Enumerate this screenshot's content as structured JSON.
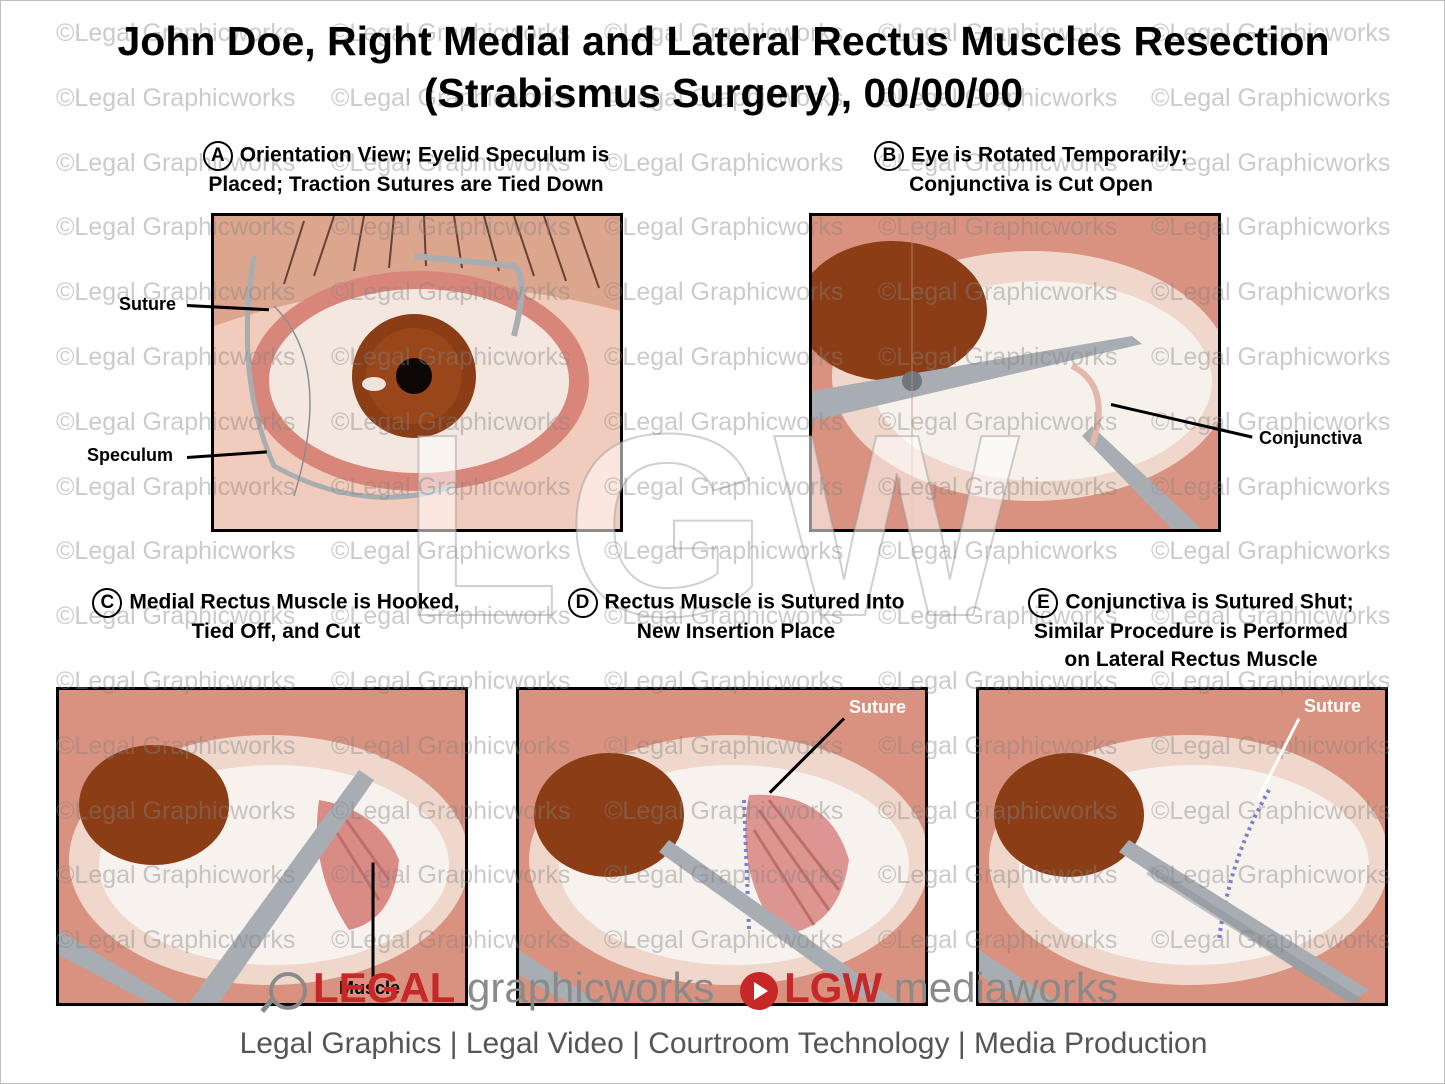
{
  "title": {
    "line1": "John Doe, Right Medial and Lateral Rectus Muscles Resection",
    "line2": "(Strabismus Surgery), 00/00/00"
  },
  "watermark": "©Legal Graphicworks",
  "brand_mark": "LGW",
  "panels": {
    "a": {
      "letter": "A",
      "line1": "Orientation View; Eyelid Speculum is",
      "line2": "Placed; Traction Sutures are Tied Down",
      "labels": {
        "suture": "Suture",
        "speculum": "Speculum"
      }
    },
    "b": {
      "letter": "B",
      "line1": "Eye is Rotated Temporarily;",
      "line2": "Conjunctiva is Cut Open",
      "labels": {
        "conjunctiva": "Conjunctiva"
      }
    },
    "c": {
      "letter": "C",
      "line1": "Medial Rectus Muscle is Hooked,",
      "line2": "Tied Off, and Cut",
      "labels": {
        "muscle": "Muscle"
      }
    },
    "d": {
      "letter": "D",
      "line1": "Rectus Muscle is Sutured Into",
      "line2": "New Insertion Place",
      "labels": {
        "suture": "Suture"
      }
    },
    "e": {
      "letter": "E",
      "line1": "Conjunctiva is Sutured Shut;",
      "line2": "Similar Procedure is Performed",
      "line3": "on Lateral Rectus Muscle",
      "labels": {
        "suture": "Suture"
      }
    }
  },
  "footer": {
    "logo_legal": "LEGAL",
    "logo_graphicworks": "graphicworks",
    "logo_lgw": "LGW",
    "logo_mediaworks": "mediaworks",
    "tagline": "Legal Graphics | Legal Video | Courtroom Technology | Media Production"
  },
  "colors": {
    "iris": "#8b3d16",
    "skin": "#e7a48c",
    "sclera": "#f6ede6",
    "muscle": "#d98b86",
    "instrument": "#9aa0a6",
    "brand_red": "#c62828"
  }
}
